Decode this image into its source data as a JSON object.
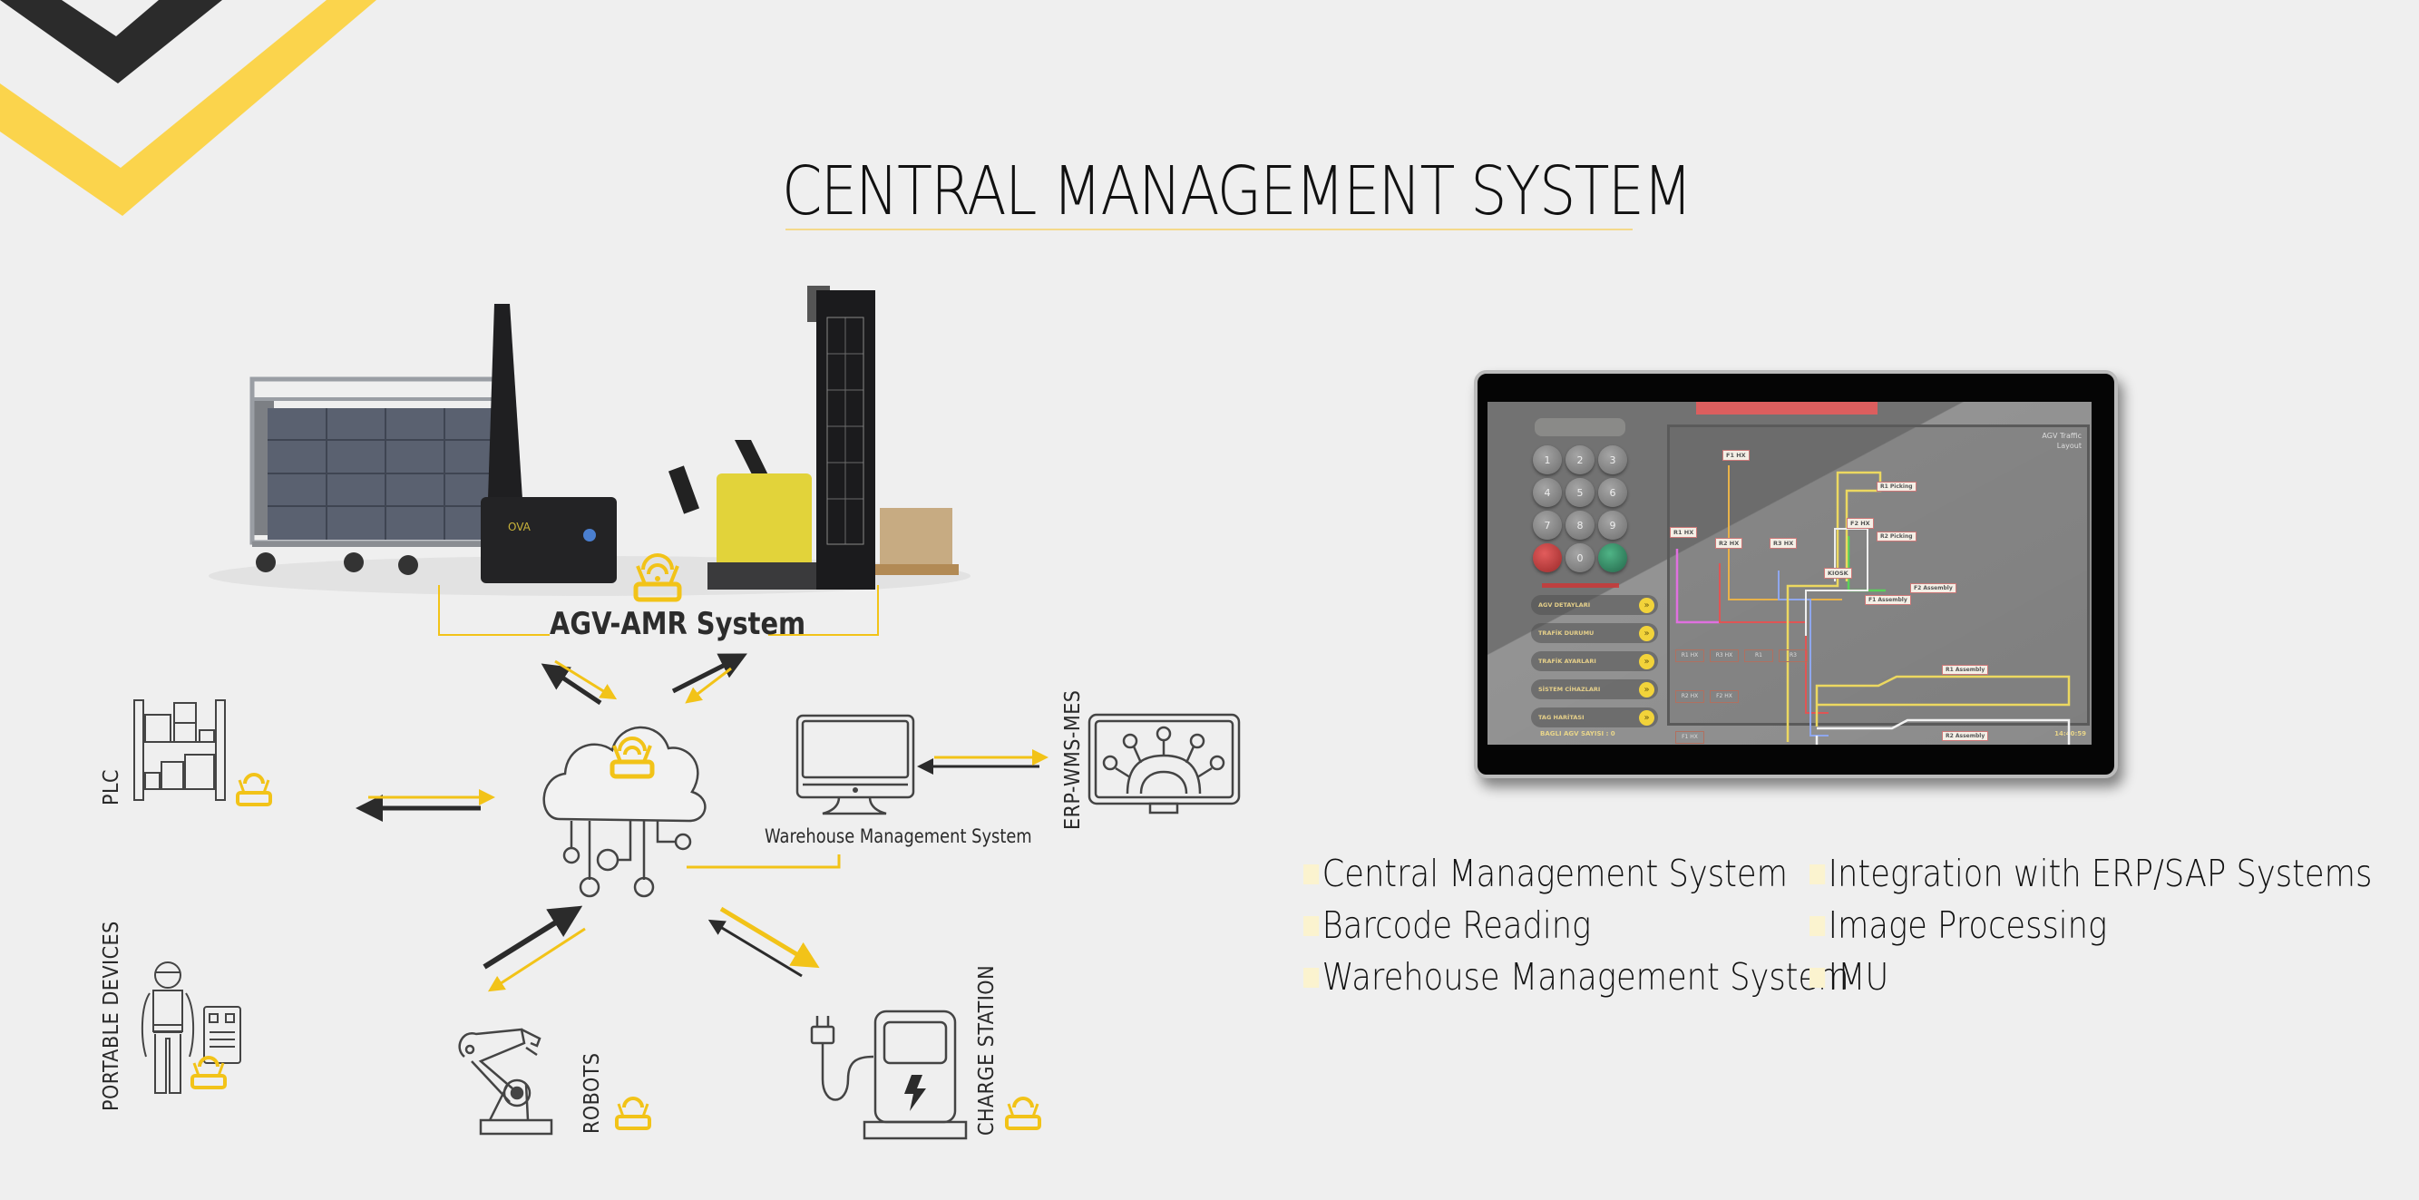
{
  "page": {
    "title": "CENTRAL MANAGEMENT SYSTEM",
    "colors": {
      "accent": "#fbd44c",
      "dark": "#2b2b2b",
      "background": "#efefef"
    }
  },
  "diagram": {
    "agv_system": {
      "label": "AGV-AMR System",
      "icon": "wifi-router-icon"
    },
    "hub": {
      "name": "cloud",
      "icon": "cloud-network-icon",
      "inner_icon": "wifi-router-icon"
    },
    "nodes": [
      {
        "id": "plc",
        "label": "PLC",
        "icon": "warehouse-shelf-icon"
      },
      {
        "id": "portable",
        "label": "PORTABLE DEVICES",
        "icon": "worker-with-tablet-icon"
      },
      {
        "id": "robots",
        "label": "ROBOTS",
        "icon": "robot-arm-icon"
      },
      {
        "id": "charge",
        "label": "CHARGE STATION",
        "icon": "charging-station-icon"
      },
      {
        "id": "wms",
        "label": "Warehouse Management System",
        "icon": "desktop-monitor-icon"
      },
      {
        "id": "erp",
        "label": "ERP-WMS-MES",
        "icon": "monitor-gear-icon"
      }
    ]
  },
  "monitor": {
    "keypad": [
      "1",
      "2",
      "3",
      "4",
      "5",
      "6",
      "7",
      "8",
      "9",
      "",
      "0",
      ""
    ],
    "menu": [
      {
        "label": "AGV DETAYLARI"
      },
      {
        "label": "TRAFİK DURUMU"
      },
      {
        "label": "TRAFİK AYARLARI"
      },
      {
        "label": "SİSTEM CİHAZLARI"
      },
      {
        "label": "TAG HARİTASI"
      }
    ],
    "status_left": "BAGLI AGV SAYISI : 0",
    "clock": "14:40:59",
    "layout_title_1": "AGV Traffic",
    "layout_title_2": "Layout",
    "map_labels": {
      "f1hx": "F1 HX",
      "f2hx": "F2 HX",
      "r1hx": "R1 HX",
      "r2hx": "R2 HX",
      "r3hx": "R3 HX",
      "kiosk": "KIOSK",
      "r1picking": "R1 Picking",
      "r2picking": "R2 Picking",
      "f2assembly": "F2 Assembly",
      "f1assembly": "F1 Assembly",
      "r1assembly": "R1 Assembly",
      "r2assembly": "R2 Assembly"
    },
    "grid_labels": [
      "R1 HX",
      "R3 HX",
      "R1",
      "R3",
      "R2 HX",
      "F2 HX",
      "F1 HX"
    ]
  },
  "features": {
    "left": [
      "Central Management System",
      "Barcode Reading",
      "Warehouse Management System"
    ],
    "right": [
      "Integration with ERP/SAP Systems",
      "Image Processing",
      "IMU"
    ]
  }
}
